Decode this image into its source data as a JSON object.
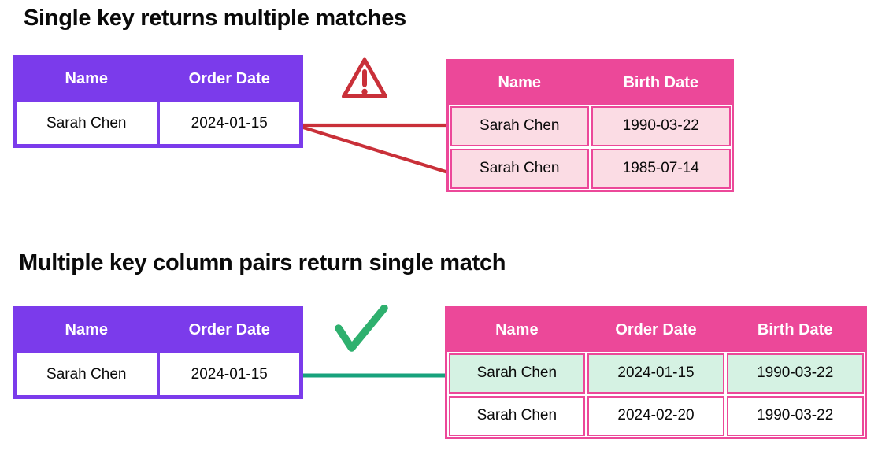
{
  "colors": {
    "purple": "#7B3BEB",
    "pink": "#EC4899",
    "pink-light": "#FBDCE4",
    "mint": "#D5F2E3",
    "green": "#17A27C",
    "check-green": "#2EB06E",
    "red": "#C93039",
    "text": "#0A0A0A"
  },
  "sections": [
    {
      "title": "Single key returns multiple matches",
      "indicator_icon": "warning-triangle-icon",
      "left_table": {
        "headers": [
          "Name",
          "Order Date"
        ],
        "rows": [
          [
            "Sarah Chen",
            "2024-01-15"
          ]
        ]
      },
      "right_table": {
        "headers": [
          "Name",
          "Birth Date"
        ],
        "rows": [
          [
            "Sarah Chen",
            "1990-03-22"
          ],
          [
            "Sarah Chen",
            "1985-07-14"
          ]
        ]
      }
    },
    {
      "title": "Multiple key column pairs return single match",
      "indicator_icon": "check-icon",
      "left_table": {
        "headers": [
          "Name",
          "Order Date"
        ],
        "rows": [
          [
            "Sarah Chen",
            "2024-01-15"
          ]
        ]
      },
      "right_table": {
        "headers": [
          "Name",
          "Order Date",
          "Birth Date"
        ],
        "highlighted_row": 0,
        "rows": [
          [
            "Sarah Chen",
            "2024-01-15",
            "1990-03-22"
          ],
          [
            "Sarah Chen",
            "2024-02-20",
            "1990-03-22"
          ]
        ]
      }
    }
  ]
}
